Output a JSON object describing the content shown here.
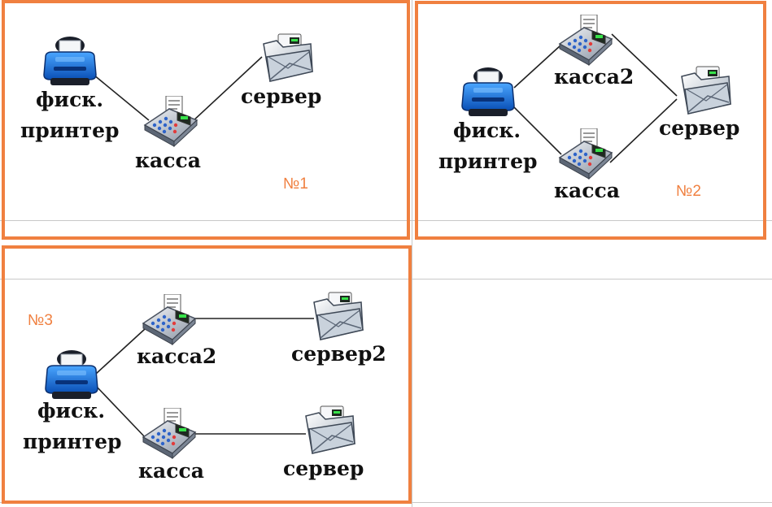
{
  "colors": {
    "accent": "#f08040",
    "line": "#222222",
    "grid": "#c8c8c8"
  },
  "diagrams": [
    {
      "number": "№1",
      "labels": {
        "printer_line1": "фиск.",
        "printer_line2": "принтер",
        "register": "касса",
        "server": "сервер"
      },
      "icons": [
        "printer-icon",
        "cash-register-icon",
        "server-icon"
      ]
    },
    {
      "number": "№2",
      "labels": {
        "printer_line1": "фиск.",
        "printer_line2": "принтер",
        "register1": "касса2",
        "register2": "касса",
        "server": "сервер"
      },
      "icons": [
        "printer-icon",
        "cash-register-icon",
        "cash-register-icon",
        "server-icon"
      ]
    },
    {
      "number": "№3",
      "labels": {
        "printer_line1": "фиск.",
        "printer_line2": "принтер",
        "register1": "касса2",
        "register2": "касса",
        "server1": "сервер2",
        "server2": "сервер"
      },
      "icons": [
        "printer-icon",
        "cash-register-icon",
        "cash-register-icon",
        "server-icon",
        "server-icon"
      ]
    }
  ]
}
